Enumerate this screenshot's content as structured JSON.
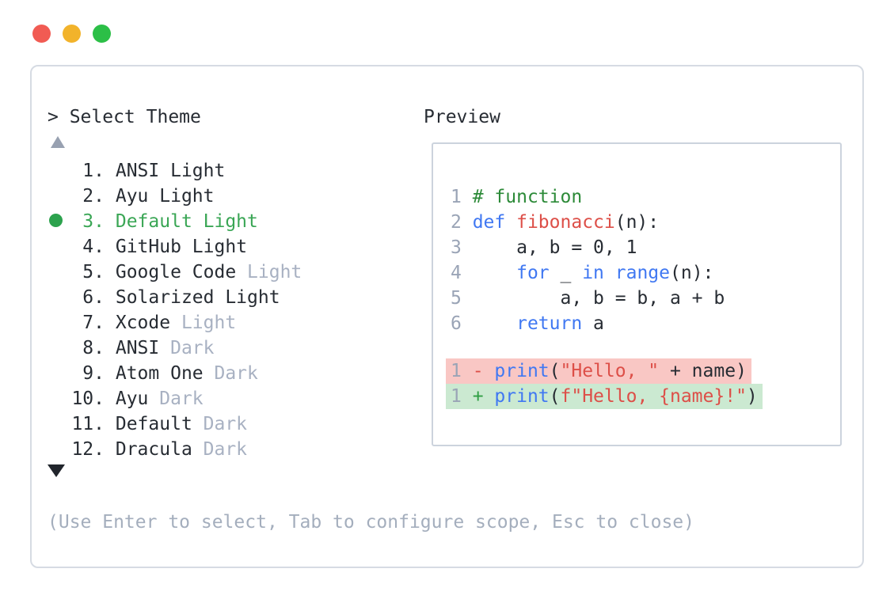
{
  "window": {
    "traffic_lights": [
      {
        "name": "close",
        "color": "#f15b53"
      },
      {
        "name": "minimize",
        "color": "#f2b32b"
      },
      {
        "name": "zoom",
        "color": "#2cbf47"
      }
    ]
  },
  "dialog": {
    "title": "> Select Theme",
    "preview_label": "Preview",
    "footer_hint": "(Use Enter to select, Tab to configure scope, Esc to close)",
    "scroll_up_icon": "up-triangle",
    "scroll_down_icon": "down-triangle"
  },
  "theme_list": {
    "selected_number": "3",
    "items": [
      {
        "num": "1",
        "base": "ANSI",
        "variant": "Light",
        "variant_style": "normal",
        "selected": false
      },
      {
        "num": "2",
        "base": "Ayu",
        "variant": "Light",
        "variant_style": "normal",
        "selected": false
      },
      {
        "num": "3",
        "base": "Default",
        "variant": "Light",
        "variant_style": "normal",
        "selected": true
      },
      {
        "num": "4",
        "base": "GitHub",
        "variant": "Light",
        "variant_style": "normal",
        "selected": false
      },
      {
        "num": "5",
        "base": "Google Code",
        "variant": "Light",
        "variant_style": "muted",
        "selected": false
      },
      {
        "num": "6",
        "base": "Solarized",
        "variant": "Light",
        "variant_style": "normal",
        "selected": false
      },
      {
        "num": "7",
        "base": "Xcode",
        "variant": "Light",
        "variant_style": "muted",
        "selected": false
      },
      {
        "num": "8",
        "base": "ANSI",
        "variant": "Dark",
        "variant_style": "muted",
        "selected": false
      },
      {
        "num": "9",
        "base": "Atom One",
        "variant": "Dark",
        "variant_style": "muted",
        "selected": false
      },
      {
        "num": "10",
        "base": "Ayu",
        "variant": "Dark",
        "variant_style": "muted",
        "selected": false
      },
      {
        "num": "11",
        "base": "Default",
        "variant": "Dark",
        "variant_style": "muted",
        "selected": false
      },
      {
        "num": "12",
        "base": "Dracula",
        "variant": "Dark",
        "variant_style": "muted",
        "selected": false
      }
    ]
  },
  "preview": {
    "code_lines": [
      {
        "num": "1",
        "segments": [
          {
            "text": "# function",
            "color": "comment"
          }
        ]
      },
      {
        "num": "2",
        "segments": [
          {
            "text": "def",
            "color": "keyword"
          },
          {
            "text": " ",
            "color": "plain"
          },
          {
            "text": "fibonacci",
            "color": "func"
          },
          {
            "text": "(n):",
            "color": "plain"
          }
        ]
      },
      {
        "num": "3",
        "segments": [
          {
            "text": "    a, b = 0, 1",
            "color": "plain"
          }
        ]
      },
      {
        "num": "4",
        "segments": [
          {
            "text": "    ",
            "color": "plain"
          },
          {
            "text": "for",
            "color": "keyword"
          },
          {
            "text": " _ ",
            "color": "plain"
          },
          {
            "text": "in",
            "color": "keyword"
          },
          {
            "text": " ",
            "color": "plain"
          },
          {
            "text": "range",
            "color": "keyword"
          },
          {
            "text": "(n):",
            "color": "plain"
          }
        ]
      },
      {
        "num": "5",
        "segments": [
          {
            "text": "        a, b = b, a + b",
            "color": "plain"
          }
        ]
      },
      {
        "num": "6",
        "segments": [
          {
            "text": "    ",
            "color": "plain"
          },
          {
            "text": "return",
            "color": "keyword"
          },
          {
            "text": " a",
            "color": "plain"
          }
        ]
      }
    ],
    "diff_lines": [
      {
        "num": "1",
        "type": "removed",
        "marker": "-",
        "segments": [
          {
            "text": "print",
            "color": "keyword"
          },
          {
            "text": "(",
            "color": "plain"
          },
          {
            "text": "\"Hello, \"",
            "color": "string"
          },
          {
            "text": " + name)",
            "color": "plain"
          }
        ]
      },
      {
        "num": "1",
        "type": "added",
        "marker": "+",
        "segments": [
          {
            "text": "print",
            "color": "keyword"
          },
          {
            "text": "(",
            "color": "plain"
          },
          {
            "text": "f\"Hello, {name}!\"",
            "color": "string"
          },
          {
            "text": ")",
            "color": "plain"
          }
        ]
      }
    ]
  },
  "colors": {
    "selected_green": "#3aa655",
    "selected_dot": "#2ca24d",
    "keyword_blue": "#4078f2",
    "string_red": "#dd4f48",
    "comment_green": "#2c8a38",
    "muted_gray": "#a8b1c2",
    "line_number_gray": "#9aa4b6",
    "footer_gray": "#a4aebd",
    "diff_removed_bg": "#f9c7c4",
    "diff_added_bg": "#cbe9d1",
    "panel_border": "#d6dbe3",
    "preview_border": "#ccd3dd"
  }
}
